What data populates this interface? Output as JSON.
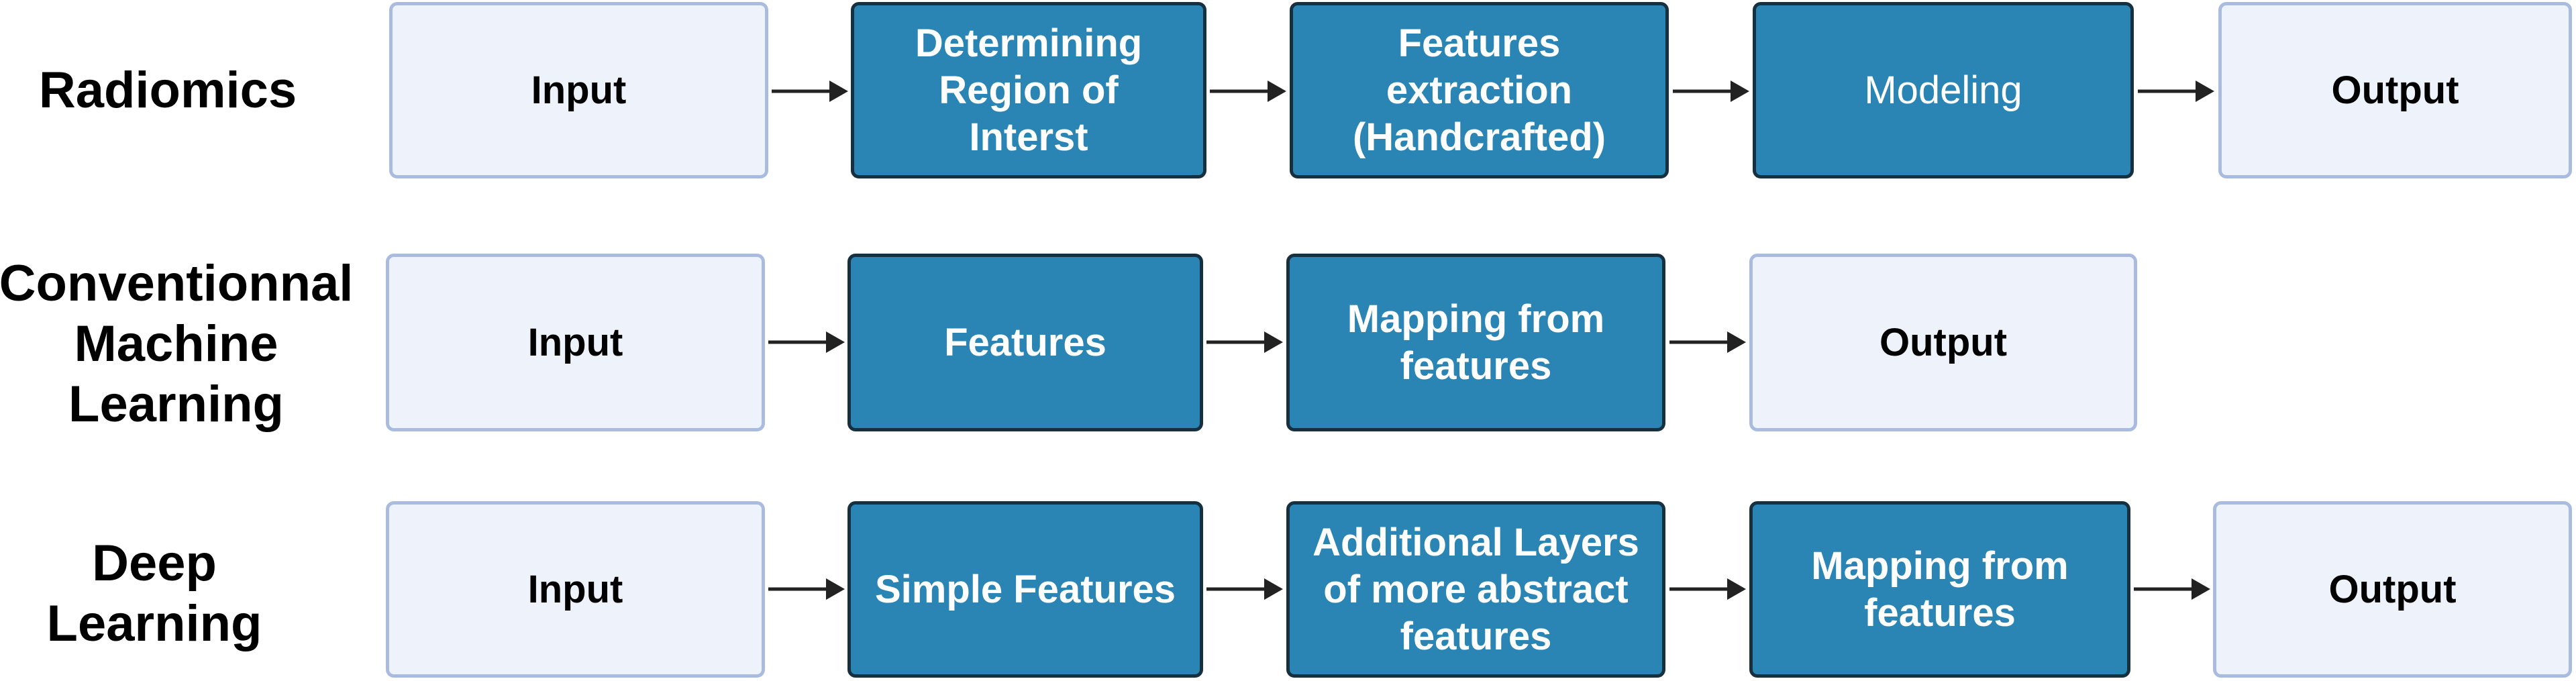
{
  "rows": [
    {
      "label": "Radiomics",
      "steps": [
        {
          "text": "Input",
          "style": "light"
        },
        {
          "text": "Determining\nRegion of\nInterst",
          "style": "dark"
        },
        {
          "text": "Features\nextraction\n(Handcrafted)",
          "style": "dark"
        },
        {
          "text": "Modeling",
          "style": "dark",
          "weight": "normal"
        },
        {
          "text": "Output",
          "style": "light"
        }
      ]
    },
    {
      "label": "Conventionnal\nMachine\nLearning",
      "steps": [
        {
          "text": "Input",
          "style": "light"
        },
        {
          "text": "Features",
          "style": "dark"
        },
        {
          "text": "Mapping from\nfeatures",
          "style": "dark"
        },
        {
          "text": "Output",
          "style": "light"
        }
      ]
    },
    {
      "label": "Deep\nLearning",
      "steps": [
        {
          "text": "Input",
          "style": "light"
        },
        {
          "text": "Simple Features",
          "style": "dark"
        },
        {
          "text": "Additional Layers\nof more abstract\nfeatures",
          "style": "dark"
        },
        {
          "text": "Mapping from\nfeatures",
          "style": "dark"
        },
        {
          "text": "Output",
          "style": "light"
        }
      ]
    }
  ],
  "colors": {
    "dark_fill": "#2a85b5",
    "dark_border": "#17303f",
    "light_fill": "#eef3fb",
    "light_border": "#a9bcdf",
    "arrow": "#222222"
  }
}
